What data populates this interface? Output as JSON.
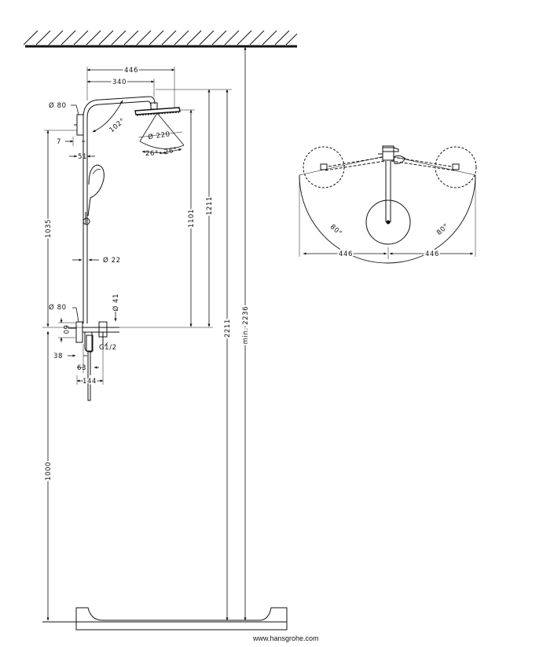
{
  "side_view": {
    "dims": {
      "w446": "446",
      "w340": "340",
      "d80_top": "Ø 80",
      "ang102": "102°",
      "d220": "Ø 220",
      "ang26a": "26°",
      "ang26b": "26°",
      "d7": "7",
      "d51": "51",
      "h1035": "1035",
      "d22": "Ø 22",
      "d41": "Ø 41",
      "d80_bottom": "Ø 80",
      "d60": "60",
      "g12": "G1/2",
      "d38": "38",
      "d63": "63",
      "d144": "144",
      "h1000": "1000",
      "h1101": "1101",
      "h1211": "1211",
      "h2211": "2211",
      "min2236": "min. 2236"
    }
  },
  "top_view": {
    "dims": {
      "left446": "446",
      "right446": "446",
      "ang80_left": "80°",
      "ang80_right": "80°"
    }
  },
  "footer": {
    "url": "www.hansgrohe.com"
  }
}
